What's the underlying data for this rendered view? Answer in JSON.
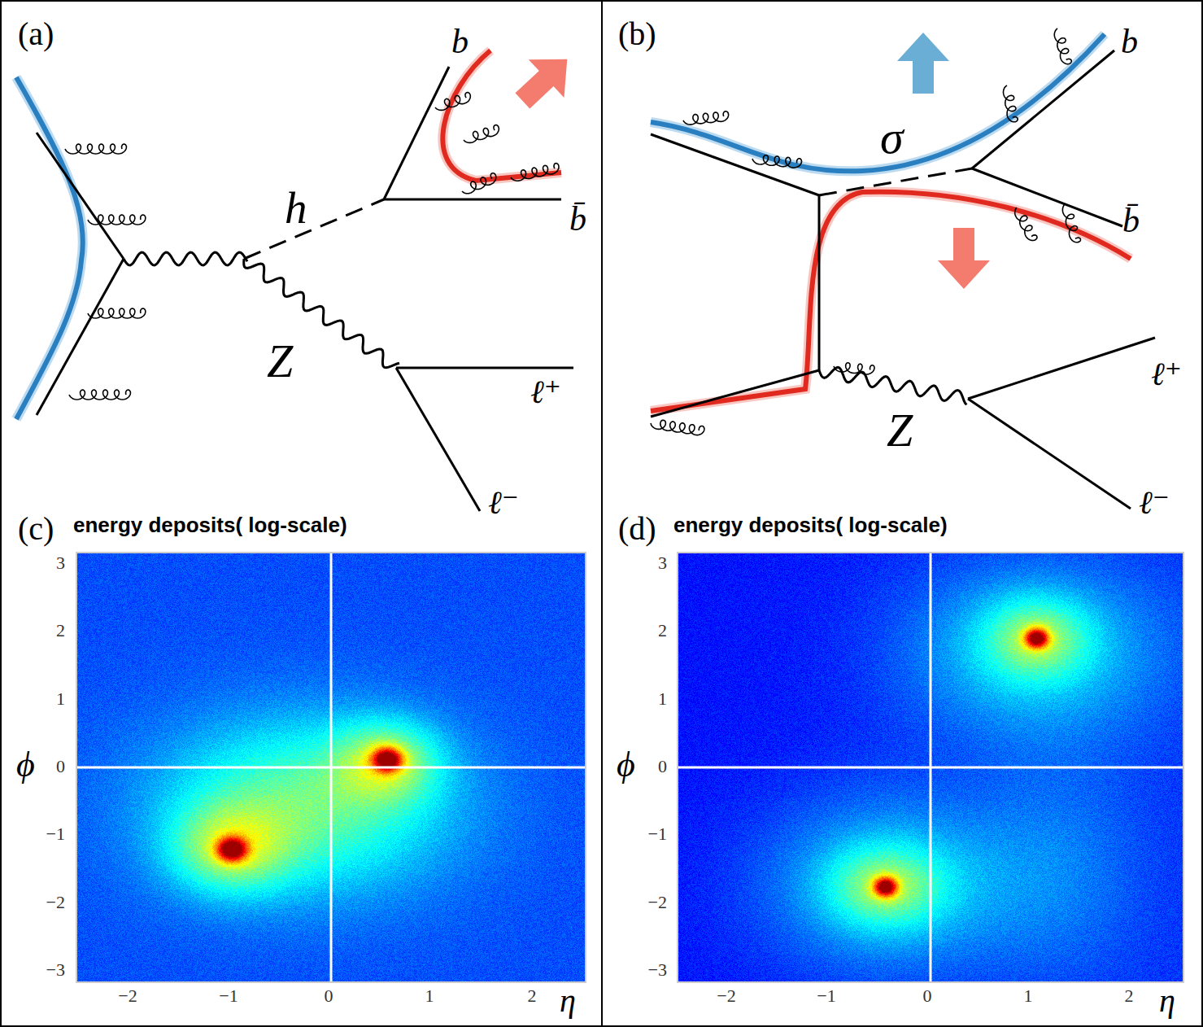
{
  "diagram": {
    "labels": [
      "(a)",
      "b",
      "h",
      "b̄",
      "Z",
      "ℓ⁺",
      "ℓ⁻",
      "(b)",
      "σ",
      "b",
      "b̄",
      "Z",
      "ℓ⁺",
      "ℓ⁻",
      "(c)",
      "energy deposits( log-scale)",
      "3",
      "2",
      "1",
      "0",
      "−1",
      "−2",
      "−3",
      "ϕ",
      "−2",
      "−1",
      "0",
      "1",
      "2",
      "η",
      "(d)",
      "energy deposits( log-scale)",
      "3",
      "2",
      "1",
      "0",
      "−1",
      "−2",
      "−3",
      "ϕ",
      "−2",
      "−1",
      "0",
      "1",
      "2",
      "η"
    ]
  }
}
